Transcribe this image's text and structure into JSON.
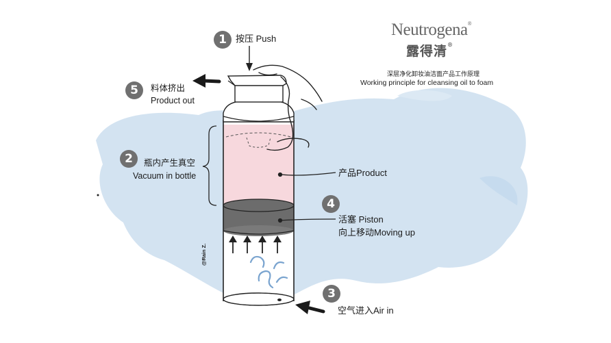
{
  "brand": {
    "name": "Neutrogena",
    "name_cn": "露得清",
    "reg_mark": "®"
  },
  "subtitle": {
    "cn": "深层净化卸妆油洁面产品工作原理",
    "en": "Working principle for cleansing oil to foam"
  },
  "steps": [
    {
      "num": "1",
      "cn": "按压 Push",
      "en": ""
    },
    {
      "num": "2",
      "cn": "瓶内产生真空",
      "en": "Vacuum in bottle"
    },
    {
      "num": "3",
      "cn": "空气进入Air in",
      "en": ""
    },
    {
      "num": "4",
      "cn": "活塞 Piston",
      "en": "向上移动Moving up"
    },
    {
      "num": "5",
      "cn": "料体挤出",
      "en": "Product out"
    }
  ],
  "labels": {
    "product": "产品Product"
  },
  "credit": "@Rain Z.",
  "colors": {
    "sky": "#cfe0f0",
    "product": "#f7d8dd",
    "piston": "#6c6c6c",
    "step": "#707070"
  },
  "icons": [
    "push-arrow-icon",
    "product-out-arrow-icon",
    "air-in-arrow-icon",
    "hand-icon",
    "air-swirl-icon",
    "up-arrow-icon",
    "brace-icon"
  ]
}
